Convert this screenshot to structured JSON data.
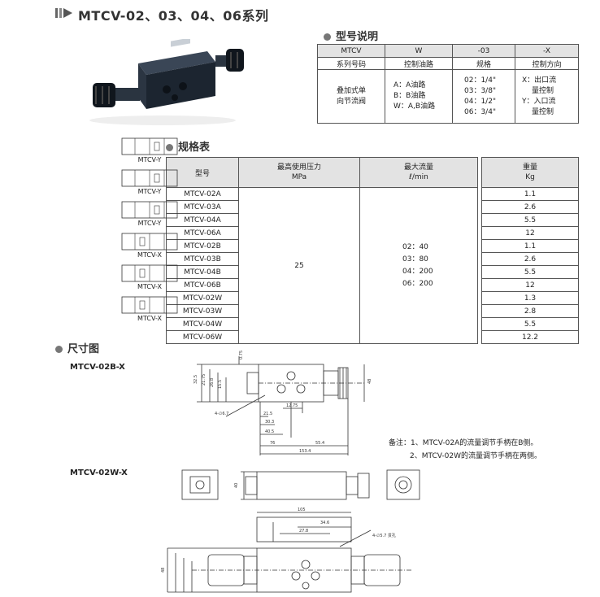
{
  "title": "MTCV-02、03、04、06系列",
  "model_section": {
    "heading": "型号说明",
    "headers": [
      "MTCV",
      "W",
      "-03",
      "-X"
    ],
    "labels": [
      "系列号码",
      "控制油路",
      "规格",
      "控制方向"
    ],
    "col1": [
      "叠加式单",
      "向节流阀"
    ],
    "col2": [
      "A：A油路",
      "B：B油路",
      "W：A,B油路"
    ],
    "col3": [
      "02：1/4\"",
      "03：3/8\"",
      "04：1/2\"",
      "06：3/4\""
    ],
    "col4": [
      "X：出口流",
      "量控制",
      "Y：入口流",
      "量控制"
    ]
  },
  "spec_section": {
    "heading": "规格表",
    "headers": {
      "model": "型号",
      "pressure": "最高使用压力",
      "pressure_unit": "MPa",
      "flow": "最大流量",
      "flow_unit": "ℓ/min",
      "weight": "重量",
      "weight_unit": "Kg"
    },
    "models": [
      "MTCV-02A",
      "MTCV-03A",
      "MTCV-04A",
      "MTCV-06A",
      "MTCV-02B",
      "MTCV-03B",
      "MTCV-04B",
      "MTCV-06B",
      "MTCV-02W",
      "MTCV-03W",
      "MTCV-04W",
      "MTCV-06W"
    ],
    "pressure": "25",
    "flows": [
      "02：40",
      "03：80",
      "04：200",
      "06：200"
    ],
    "weights": [
      "1.1",
      "2.6",
      "5.5",
      "12",
      "1.1",
      "2.6",
      "5.5",
      "12",
      "1.3",
      "2.8",
      "5.5",
      "12.2"
    ]
  },
  "symbols": [
    "MTCV-Y",
    "MTCV-Y",
    "MTCV-Y",
    "MTCV-X",
    "MTCV-X",
    "MTCV-X"
  ],
  "dimension_section": {
    "heading": "尺寸图",
    "drawing1_label": "MTCV-02B-X",
    "drawing2_label": "MTCV-02W-X",
    "notes": [
      "备注：1、MTCV-02A的流量调节手柄在B侧。",
      "2、MTCV-02W的流量调节手柄在两侧。"
    ],
    "dims1": [
      "32.5",
      "21.75",
      "26.8",
      "15.5",
      "0.75",
      "48",
      "12.75",
      "21.5",
      "30.3",
      "40.5",
      "76",
      "55.4",
      "153.4",
      "4-∅6.7"
    ],
    "dims2": [
      "40",
      "105",
      "34.6",
      "27.8",
      "4-∅5.7 贯孔",
      "48"
    ]
  },
  "colors": {
    "header_bg": "#e3e3e3",
    "line": "#555555",
    "product": "#1c2530"
  }
}
